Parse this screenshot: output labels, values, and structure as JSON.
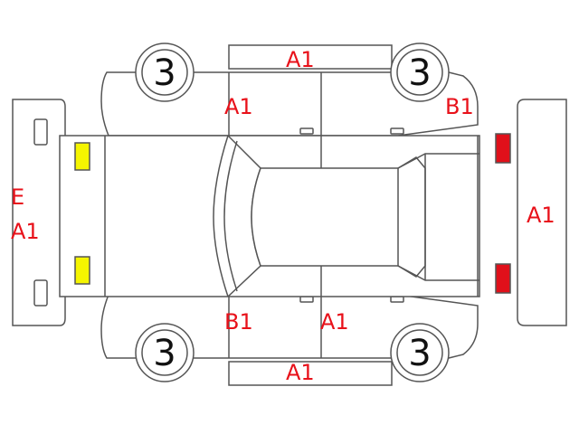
{
  "colors": {
    "label": "#e8111a",
    "outline": "#555555",
    "front_lamp": "#f5f500",
    "rear_lamp": "#e0101a"
  },
  "wheels": {
    "front_left": "3",
    "rear_left": "3",
    "front_right": "3",
    "rear_right": "3"
  },
  "labels": {
    "roof_top": "A1",
    "front_door_top": "A1",
    "rear_fender_top": "B1",
    "front_bumper_e": "E",
    "front_bumper": "A1",
    "rear_bumper": "A1",
    "front_door_bottom": "B1",
    "rear_door_bottom": "A1",
    "rocker_bottom": "A1"
  }
}
